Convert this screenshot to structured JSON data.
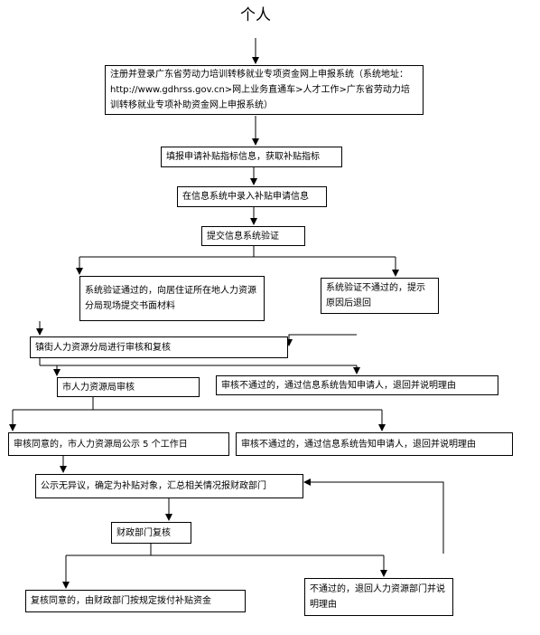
{
  "title": "个人",
  "steps": {
    "register": "注册并登录广东省劳动力培训转移就业专项资金网上申报系统（系统地址：http://www.gdhrss.gov.cn>网上业务直通车>人才工作>广东省劳动力培训转移就业专项补助资金网上申报系统）",
    "fill_subsidy": "填报申请补贴指标信息，获取补贴指标",
    "enter_info": "在信息系统中录入补贴申请信息",
    "submit_verify": "提交信息系统验证",
    "verify_pass": "系统验证通过的，向居住证所在地人力资源分局现场提交书面材料",
    "verify_fail": "系统验证不通过的，提示原因后退回",
    "town_review": "镇街人力资源分局进行审核和复核",
    "review_fail": "审核不通过的，通过信息系统告知申请人，退回并说明理由",
    "city_review": "市人力资源局审核",
    "city_pass": "审核同意的，市人力资源局公示 5 个工作日",
    "city_fail": "审核不通过的，通过信息系统告知申请人，退回并说明理由",
    "publicity": "公示无异议，确定为补贴对象，汇总相关情况报财政部门",
    "finance_review": "财政部门复核",
    "finance_pass": "复核同意的，由财政部门按规定拨付补贴资金",
    "finance_fail": "不通过的，退回人力资源部门并说明理由"
  }
}
